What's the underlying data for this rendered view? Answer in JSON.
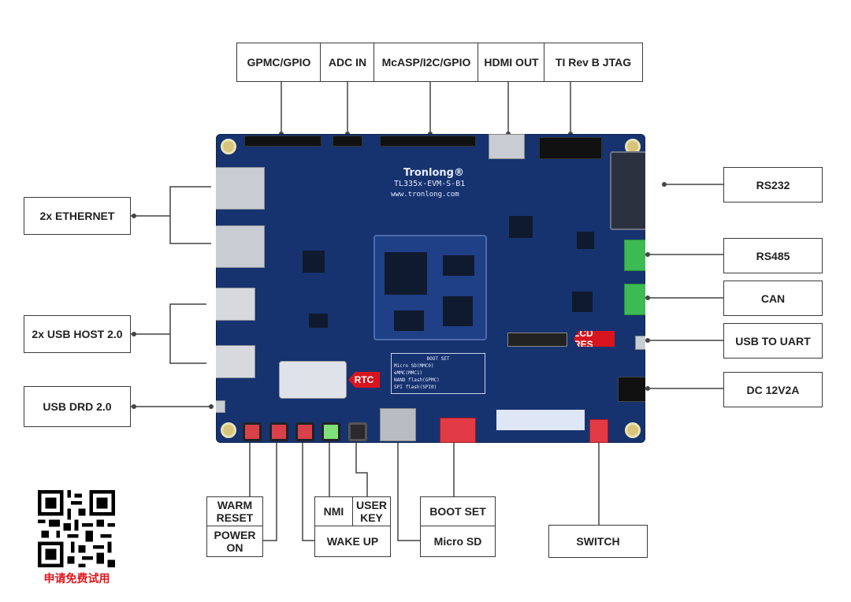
{
  "labels": {
    "gpmc_gpio": "GPMC/GPIO",
    "adc_in": "ADC IN",
    "mcasp": "McASP/I2C/GPIO",
    "hdmi_out": "HDMI OUT",
    "jtag": "TI Rev B JTAG",
    "rs232": "RS232",
    "rs485": "RS485",
    "can": "CAN",
    "usb_to_uart": "USB TO UART",
    "dc": "DC 12V2A",
    "ethernet": "2x ETHERNET",
    "usb_host": "2x USB HOST 2.0",
    "usb_drd": "USB DRD 2.0",
    "warm_reset": "WARM RESET",
    "power_on": "POWER ON",
    "nmi": "NMI",
    "user_key": "USER KEY",
    "wake_up": "WAKE UP",
    "boot_set": "BOOT SET",
    "micro_sd": "Micro SD",
    "switch": "SWITCH"
  },
  "board": {
    "brand": "Tronlong®",
    "model": "TL335x-EVM-S-B1",
    "url": "www.tronlong.com",
    "rtc_tag": "RTC",
    "lcd_tag": "LCD RES",
    "boot_table_title": "BOOT SET",
    "boot_rows": [
      "Micro SD(MMC0)",
      "eMMC(MMC1)",
      "NAND flash(GPMC)",
      "SPI flash(SPI0)"
    ]
  },
  "promo": "申请免费试用",
  "colors": {
    "pcb": "#16336f",
    "tag_red": "#d8151f",
    "promo_red": "#e0161c",
    "terminal_green": "#3cba54"
  }
}
